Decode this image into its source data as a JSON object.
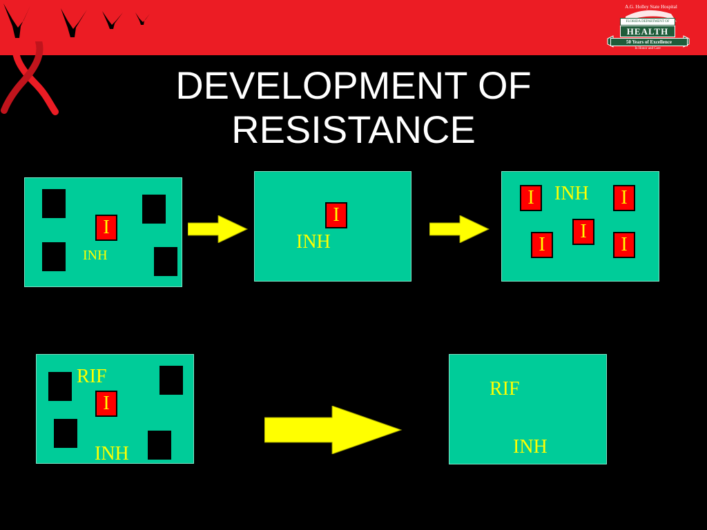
{
  "slide": {
    "title_line1": "DEVELOPMENT OF",
    "title_line2": "RESISTANCE"
  },
  "logo": {
    "small_text": "A.G. Holley State Hospital",
    "dept_text": "FLORIDA DEPARTMENT OF",
    "health": "HEALTH",
    "years": "50 Years of Excellence",
    "tagline": "In Honor and Care"
  },
  "labels": {
    "isoniazid_resistant": "I",
    "inh": "INH",
    "rif": "RIF"
  },
  "colors": {
    "header_band": "#ec1c24",
    "background": "#000000",
    "panel": "#00cc99",
    "resistant_box": "#ff0000",
    "label_text": "#ffff00",
    "arrow": "#ffff00"
  },
  "icons": [
    "bird-icon",
    "red-ribbon-icon",
    "health-logo",
    "right-arrow-icon"
  ]
}
